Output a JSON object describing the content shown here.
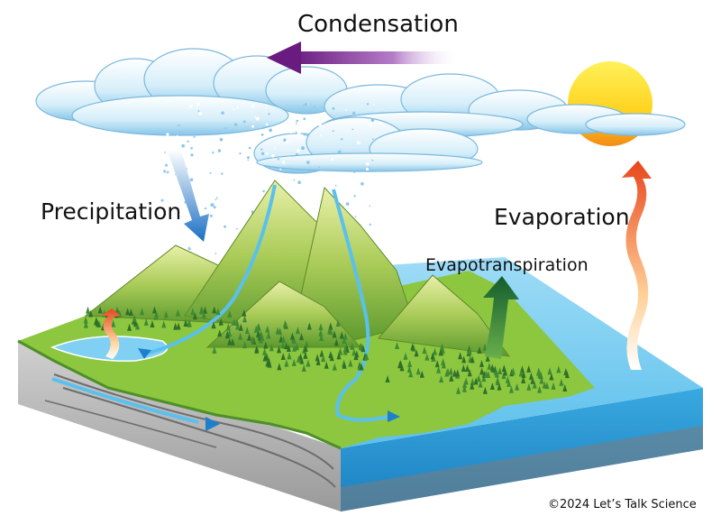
{
  "labels": {
    "condensation": "Condensation",
    "precipitation": "Precipitation",
    "evaporation": "Evaporation",
    "evapotranspiration": "Evapotranspiration",
    "copyright": "©2024 Let’s Talk Science"
  },
  "colors": {
    "sky_cloud": "#cfe9f7",
    "cloud_shadow": "#8ec8ea",
    "sun_top": "#ffe33a",
    "sun_bottom": "#f39a1c",
    "land_green": "#8cc63f",
    "mountain": "#b8d06a",
    "water": "#7fcff2",
    "deep_water": "#2f9bd6",
    "rock_side": "#bdbdbd",
    "condensation_arrow": "#7b2b8c",
    "evaporation_arrow": "#ef5a24",
    "evapotranspiration_arrow": "#1d6a3a",
    "precipitation_arrow": "#1e7fcc"
  }
}
